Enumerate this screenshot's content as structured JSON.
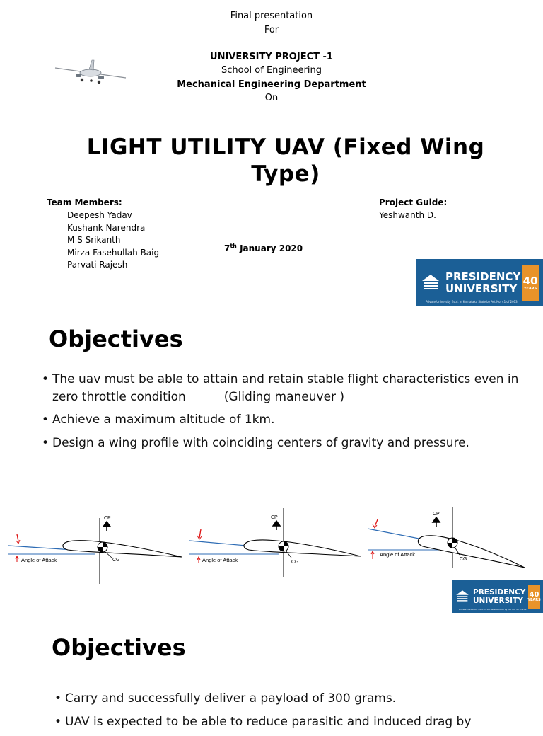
{
  "slide1": {
    "line1": "Final presentation",
    "line2": "For",
    "project": "UNIVERSITY PROJECT -1",
    "school": "School of Engineering",
    "department": "Mechanical Engineering Department",
    "on": "On",
    "title": "LIGHT UTILITY UAV (Fixed Wing Type)",
    "team_heading": "Team Members:",
    "team_members": [
      "Deepesh Yadav",
      "Kushank Narendra",
      "M S Srikanth",
      "Mirza Fasehullah Baig",
      "Parvati Rajesh"
    ],
    "guide_heading": "Project Guide:",
    "guide_name": "Yeshwanth D.",
    "date_day": "7",
    "date_suffix": "th",
    "date_rest": " January 2020"
  },
  "logo": {
    "line1": "PRESIDENCY",
    "line2": "UNIVERSITY",
    "badge": "40",
    "badge_sub": "YEARS",
    "tagline": "Private University Estd. in Karnataka State by Act No. 41 of 2013",
    "brand_color": "#1b5f96",
    "badge_color": "#e8932a"
  },
  "slide2": {
    "heading": "Objectives",
    "bullet1_a": "The uav must be able to attain and retain stable flight characteristics even in zero throttle condition",
    "bullet1_b": "(Gliding maneuver )",
    "bullet2": "Achieve a maximum altitude of 1km.",
    "bullet3": "Design a wing profile with coinciding centers of gravity and pressure.",
    "diagram_labels": {
      "cp": "CP",
      "cg": "CG",
      "aoa": "Angle of Attack"
    }
  },
  "slide3": {
    "heading": "Objectives",
    "bullet1": "Carry and successfully deliver a payload of 300 grams.",
    "bullet2": "UAV is expected to be able to reduce parasitic and induced drag by"
  }
}
